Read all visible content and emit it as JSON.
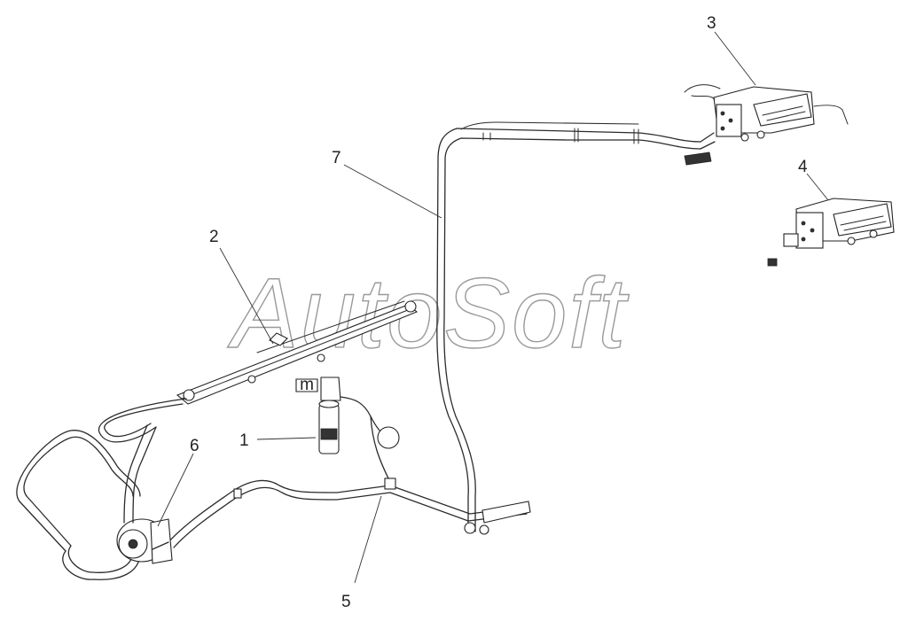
{
  "watermark": "AutoSoft",
  "callouts": {
    "c1": "1",
    "c2": "2",
    "c3": "3",
    "c4": "4",
    "c5": "5",
    "c6": "6",
    "c7": "7"
  },
  "receiver_badge": "m"
}
